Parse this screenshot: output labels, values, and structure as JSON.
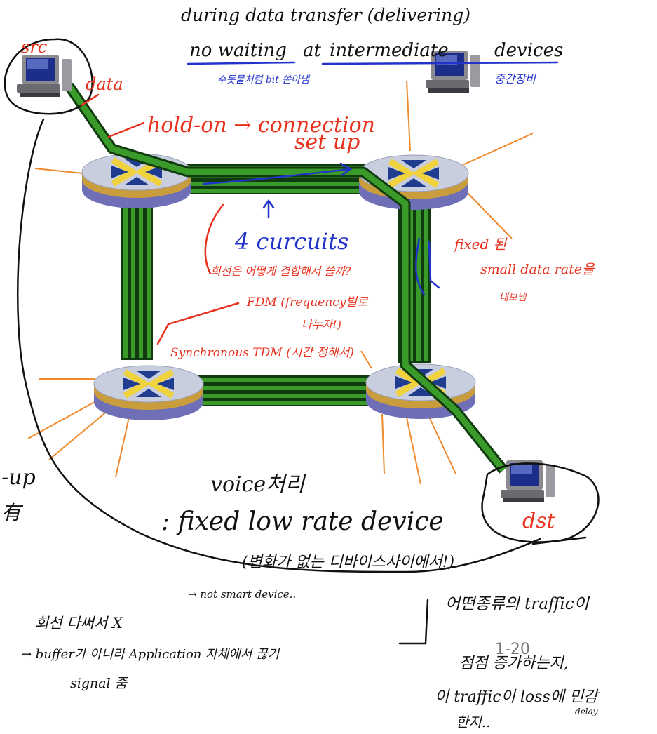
{
  "colors": {
    "ink_black": "#111111",
    "ink_red": "#e8321e",
    "ink_blue": "#2233cc",
    "link_green": "#2e8b1e",
    "link_dark": "#0f3b0f",
    "access_orange": "#f08a2c",
    "switch_top": "#c9cede",
    "switch_side": "#6f6fb8",
    "switch_rim": "#d9a528",
    "switch_x_blue": "#1f3c8f",
    "switch_x_yellow": "#f0d23c"
  },
  "icons": [
    "computer-icon",
    "switch-icon"
  ],
  "hosts": {
    "src_label": "src",
    "dst_label": "dst"
  },
  "notes": {
    "top_line1": "during data transfer (delivering)",
    "no_waiting": "no waiting",
    "at": "at",
    "intermediate": "intermediate",
    "devices": "devices",
    "korean_top1": "수돗물처럼 bit 쏟아냄",
    "korean_top2": "중간장비",
    "data": "data",
    "hold_on": "hold-on → connection",
    "set_up": "set up",
    "circuits": "4 curcuits",
    "question": "회선은 어떻게 결합해서 쓸까?",
    "fdm1": "FDM (frequency별로",
    "fdm2": "나누자!)",
    "tdm": "Synchronous TDM (시간 정해서)",
    "fixed1": "fixed 된",
    "fixed2": "small data rate을",
    "fixed3": "내보냄",
    "voice": "voice처리",
    "fixed_low": ": fixed low rate device",
    "paren_korean": "(변화가 없는 디바이스사이에서!)",
    "not_smart": "→ not smart device..",
    "left_up": "-up",
    "left_char": "有",
    "korean_x": "회선 다써서 X",
    "buffer_line": "→ buffer가 아니라 Application 자체에서 끊기",
    "signal": "signal 줌",
    "right1": "어떤종류의 traffic이",
    "right2": "점점 증가하는지,",
    "right3": "이 traffic이 loss에 민감",
    "right4": "한지..",
    "delay": "delay",
    "page_number": "1-20"
  }
}
